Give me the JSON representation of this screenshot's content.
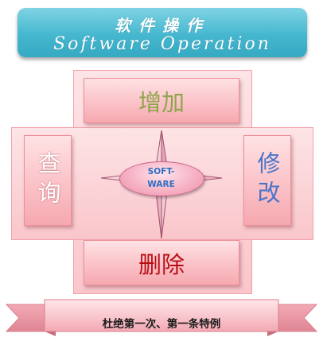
{
  "banner": {
    "title_cn": "软件操作",
    "title_en": "Software Operation"
  },
  "boxes": {
    "top": "增加",
    "bottom": "删除",
    "left": "查询",
    "right": "修改"
  },
  "center": {
    "line1": "SOFT-",
    "line2": "WARE"
  },
  "ribbon": {
    "text": "杜绝第一次、第一条特例"
  },
  "colors": {
    "banner": "#45b7cf",
    "cross_fill": "#fbd3d7",
    "box_fill": "#f6a8b0",
    "top_label": "#8fa44a",
    "bottom_label": "#b80e14",
    "left_label": "#ffffff",
    "right_label": "#4a74c9",
    "center_text": "#2e6fc2"
  }
}
